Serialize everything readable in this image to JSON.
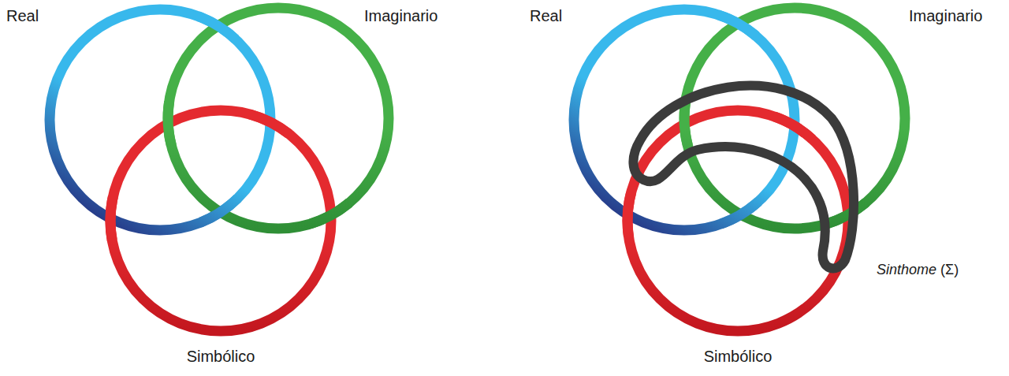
{
  "diagram": {
    "labels": [
      "Real",
      "Imaginario",
      "Simbólico",
      "Real",
      "Imaginario",
      "Simbólico",
      "Sinthome (Σ)"
    ]
  }
}
